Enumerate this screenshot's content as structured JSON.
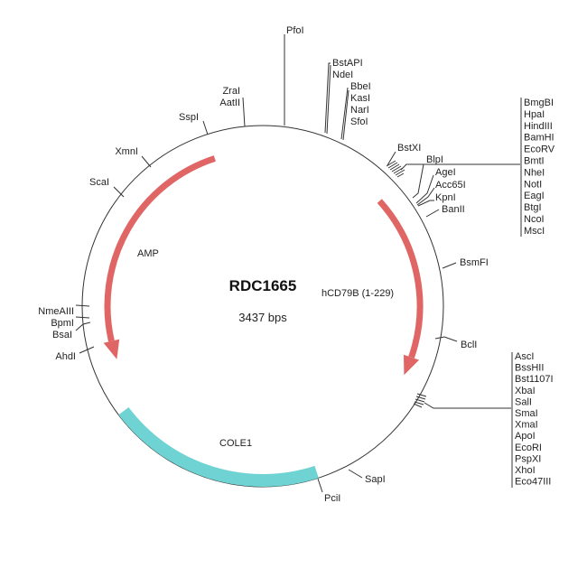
{
  "plasmid": {
    "name": "RDC1665",
    "size": "3437 bps"
  },
  "features": {
    "amp": {
      "label": "AMP",
      "color": "#e06666"
    },
    "hcd79b": {
      "label": "hCD79B (1-229)",
      "color": "#e06666"
    },
    "cole1": {
      "label": "COLE1",
      "color": "#6fd3d3"
    }
  },
  "sites": {
    "pfoi": "PfoI",
    "bstapi": "BstAPI",
    "ndei": "NdeI",
    "bbei": "BbeI",
    "kasi": "KasI",
    "nari": "NarI",
    "sfoi": "SfoI",
    "zrai": "ZraI",
    "aatii": "AatII",
    "sspi": "SspI",
    "xmni": "XmnI",
    "scai": "ScaI",
    "nmeaiii": "NmeAIII",
    "bpmi": "BpmI",
    "bsai": "BsaI",
    "ahdi": "AhdI",
    "bstxi": "BstXI",
    "blpi": "BlpI",
    "agei": "AgeI",
    "acc65i": "Acc65I",
    "kpni": "KpnI",
    "banii": "BanII",
    "bsmfi": "BsmFI",
    "bcli": "BclI",
    "sapi": "SapI",
    "pcii": "PciI"
  },
  "mcs_upper": [
    "BmgBI",
    "HpaI",
    "HindIII",
    "BamHI",
    "EcoRV",
    "BmtI",
    "NheI",
    "NotI",
    "EagI",
    "BtgI",
    "NcoI",
    "MscI"
  ],
  "mcs_lower": [
    "AscI",
    "BssHII",
    "Bst1107I",
    "XbaI",
    "SalI",
    "SmaI",
    "XmaI",
    "ApoI",
    "EcoRI",
    "PspXI",
    "XhoI",
    "Eco47III"
  ]
}
